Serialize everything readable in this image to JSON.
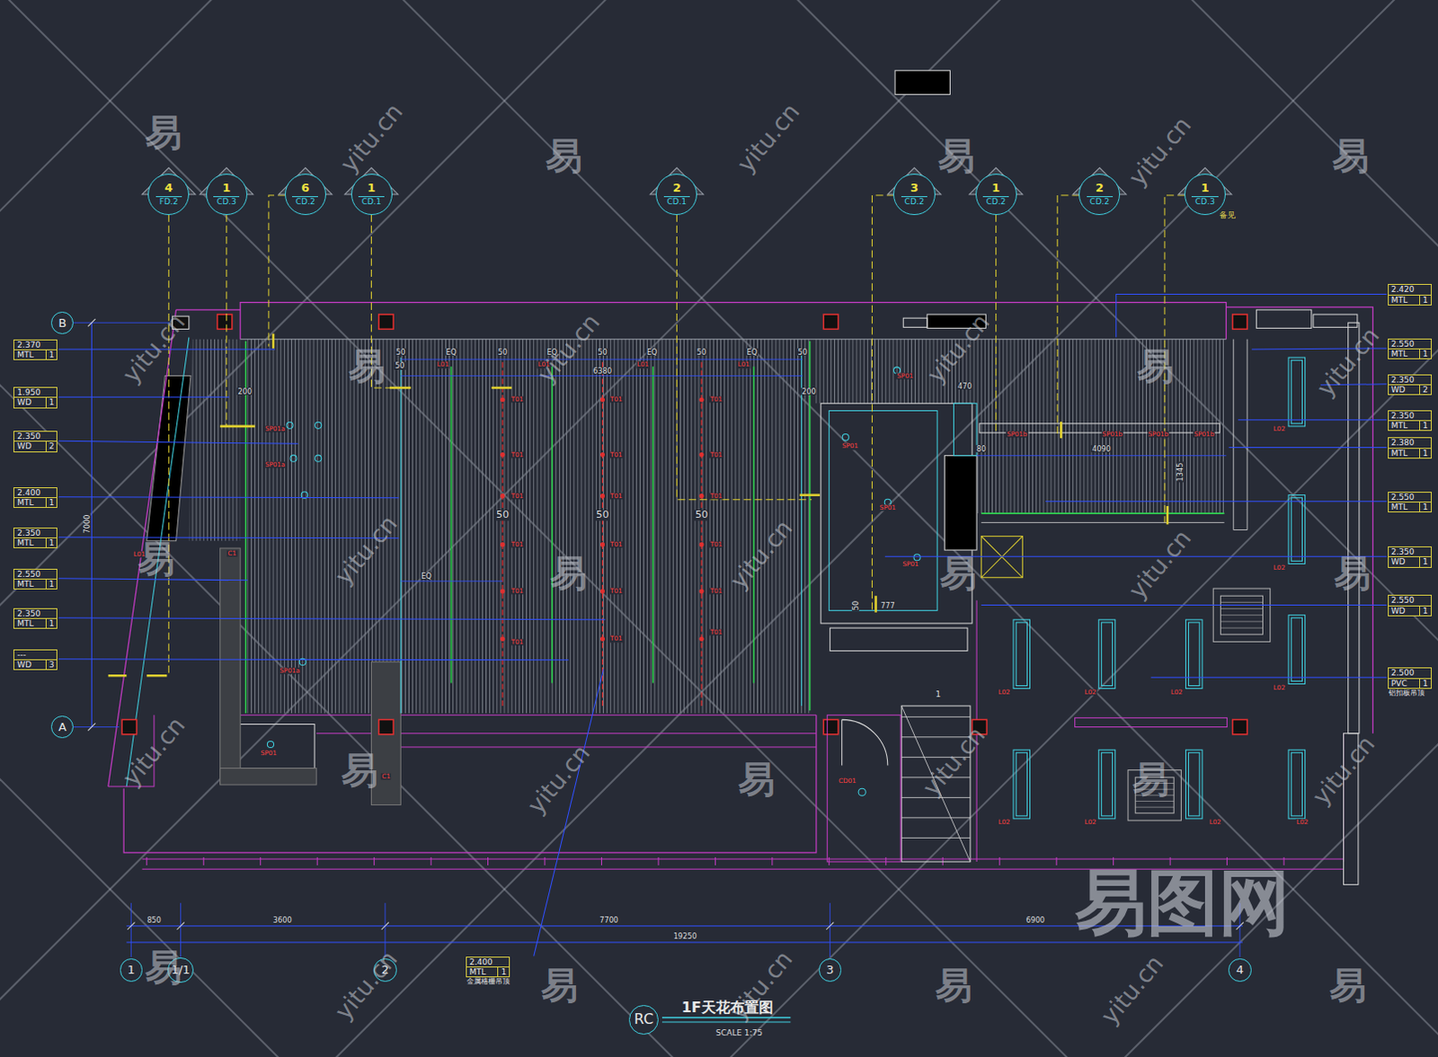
{
  "diagram": {
    "title": "1F天花布置图",
    "caption": "SCALE 1:75",
    "nodes": [
      {
        "text": [
          "4",
          "FD.2"
        ]
      },
      {
        "text": [
          "1",
          "CD.3"
        ]
      },
      {
        "text": [
          "6",
          "CD.2"
        ]
      },
      {
        "text": [
          "1",
          "CD.1"
        ]
      },
      {
        "text": [
          "2",
          "CD.1"
        ]
      },
      {
        "text": [
          "3",
          "CD.2"
        ]
      },
      {
        "text": [
          "1",
          "CD.2"
        ]
      },
      {
        "text": [
          "2",
          "CD.2"
        ]
      },
      {
        "text": [
          "1",
          "CD.3"
        ]
      },
      {
        "text": [
          "B"
        ]
      },
      {
        "text": [
          "2.370",
          "MTL",
          "1"
        ]
      },
      {
        "text": [
          "1.950",
          "WD",
          "1"
        ]
      },
      {
        "text": [
          "2.350",
          "WD",
          "2"
        ]
      },
      {
        "text": [
          "2.400",
          "MTL",
          "1"
        ]
      },
      {
        "text": [
          "2.350",
          "MTL",
          "1"
        ]
      },
      {
        "text": [
          "2.550",
          "MTL",
          "1"
        ]
      },
      {
        "text": [
          "2.350",
          "MTL",
          "1"
        ]
      },
      {
        "text": [
          "---",
          "WD",
          "3"
        ]
      },
      {
        "text": [
          "2.420",
          "MTL",
          "1"
        ]
      },
      {
        "text": [
          "2.550",
          "MTL",
          "1"
        ]
      },
      {
        "text": [
          "2.350",
          "WD",
          "2"
        ]
      },
      {
        "text": [
          "2.350",
          "MTL",
          "1"
        ]
      },
      {
        "text": [
          "2.380",
          "MTL",
          "1"
        ]
      },
      {
        "text": [
          "2.550",
          "MTL",
          "1"
        ]
      },
      {
        "text": [
          "2.350",
          "WD",
          "1"
        ]
      },
      {
        "text": [
          "2.550",
          "WD",
          "1"
        ]
      },
      {
        "text": [
          "2.500",
          "PVC",
          "1",
          "铝扣板吊顶"
        ]
      },
      {
        "text": [
          "A"
        ]
      },
      {
        "text": [
          "1"
        ]
      },
      {
        "text": [
          "1/1"
        ]
      },
      {
        "text": [
          "2"
        ]
      },
      {
        "text": [
          "3"
        ]
      },
      {
        "text": [
          "4"
        ]
      },
      {
        "text": [
          "2.400",
          "MTL",
          "1",
          "金属格栅吊顶"
        ]
      },
      {
        "text": [
          "RC"
        ]
      }
    ],
    "labels": [
      "7000",
      "850",
      "3600",
      "7700",
      "6900",
      "19250",
      "50",
      "EQ",
      "50",
      "EQ",
      "50",
      "EQ",
      "50",
      "EQ",
      "50",
      "50",
      "6380",
      "200",
      "200",
      "50",
      "50",
      "50",
      "EQ",
      "470",
      "4090",
      "1345",
      "80",
      "50",
      "777",
      "L01",
      "L01",
      "L01",
      "L01",
      "T01",
      "T01",
      "T01",
      "T01",
      "T01",
      "T01",
      "T01",
      "T01",
      "T01",
      "T01",
      "T01",
      "T01",
      "T01",
      "T01",
      "T01",
      "T01",
      "T01",
      "T01",
      "SP01a",
      "SP01a",
      "SP01a",
      "SP01",
      "SP01",
      "SP01",
      "SP01",
      "SP01",
      "SP01b",
      "SP01b",
      "SP01b",
      "SP01b",
      "L02",
      "L02",
      "L02",
      "L02",
      "L02",
      "L02",
      "L02",
      "L02",
      "L02",
      "L02",
      "C1",
      "C1",
      "L01",
      "CD01",
      "1",
      "备见",
      "易",
      "易",
      "易",
      "易",
      "易",
      "易",
      "易",
      "易",
      "易",
      "易",
      "易",
      "易",
      "易",
      "易",
      "易",
      "易",
      "易",
      "yitu.cn",
      "yitu.cn",
      "yitu.cn",
      "yitu.cn",
      "yitu.cn",
      "yitu.cn",
      "yitu.cn",
      "yitu.cn",
      "yitu.cn",
      "yitu.cn",
      "yitu.cn",
      "yitu.cn",
      "yitu.cn",
      "yitu.cn",
      "yitu.cn",
      "yitu.cn",
      "yitu.cn",
      "易图网"
    ]
  }
}
